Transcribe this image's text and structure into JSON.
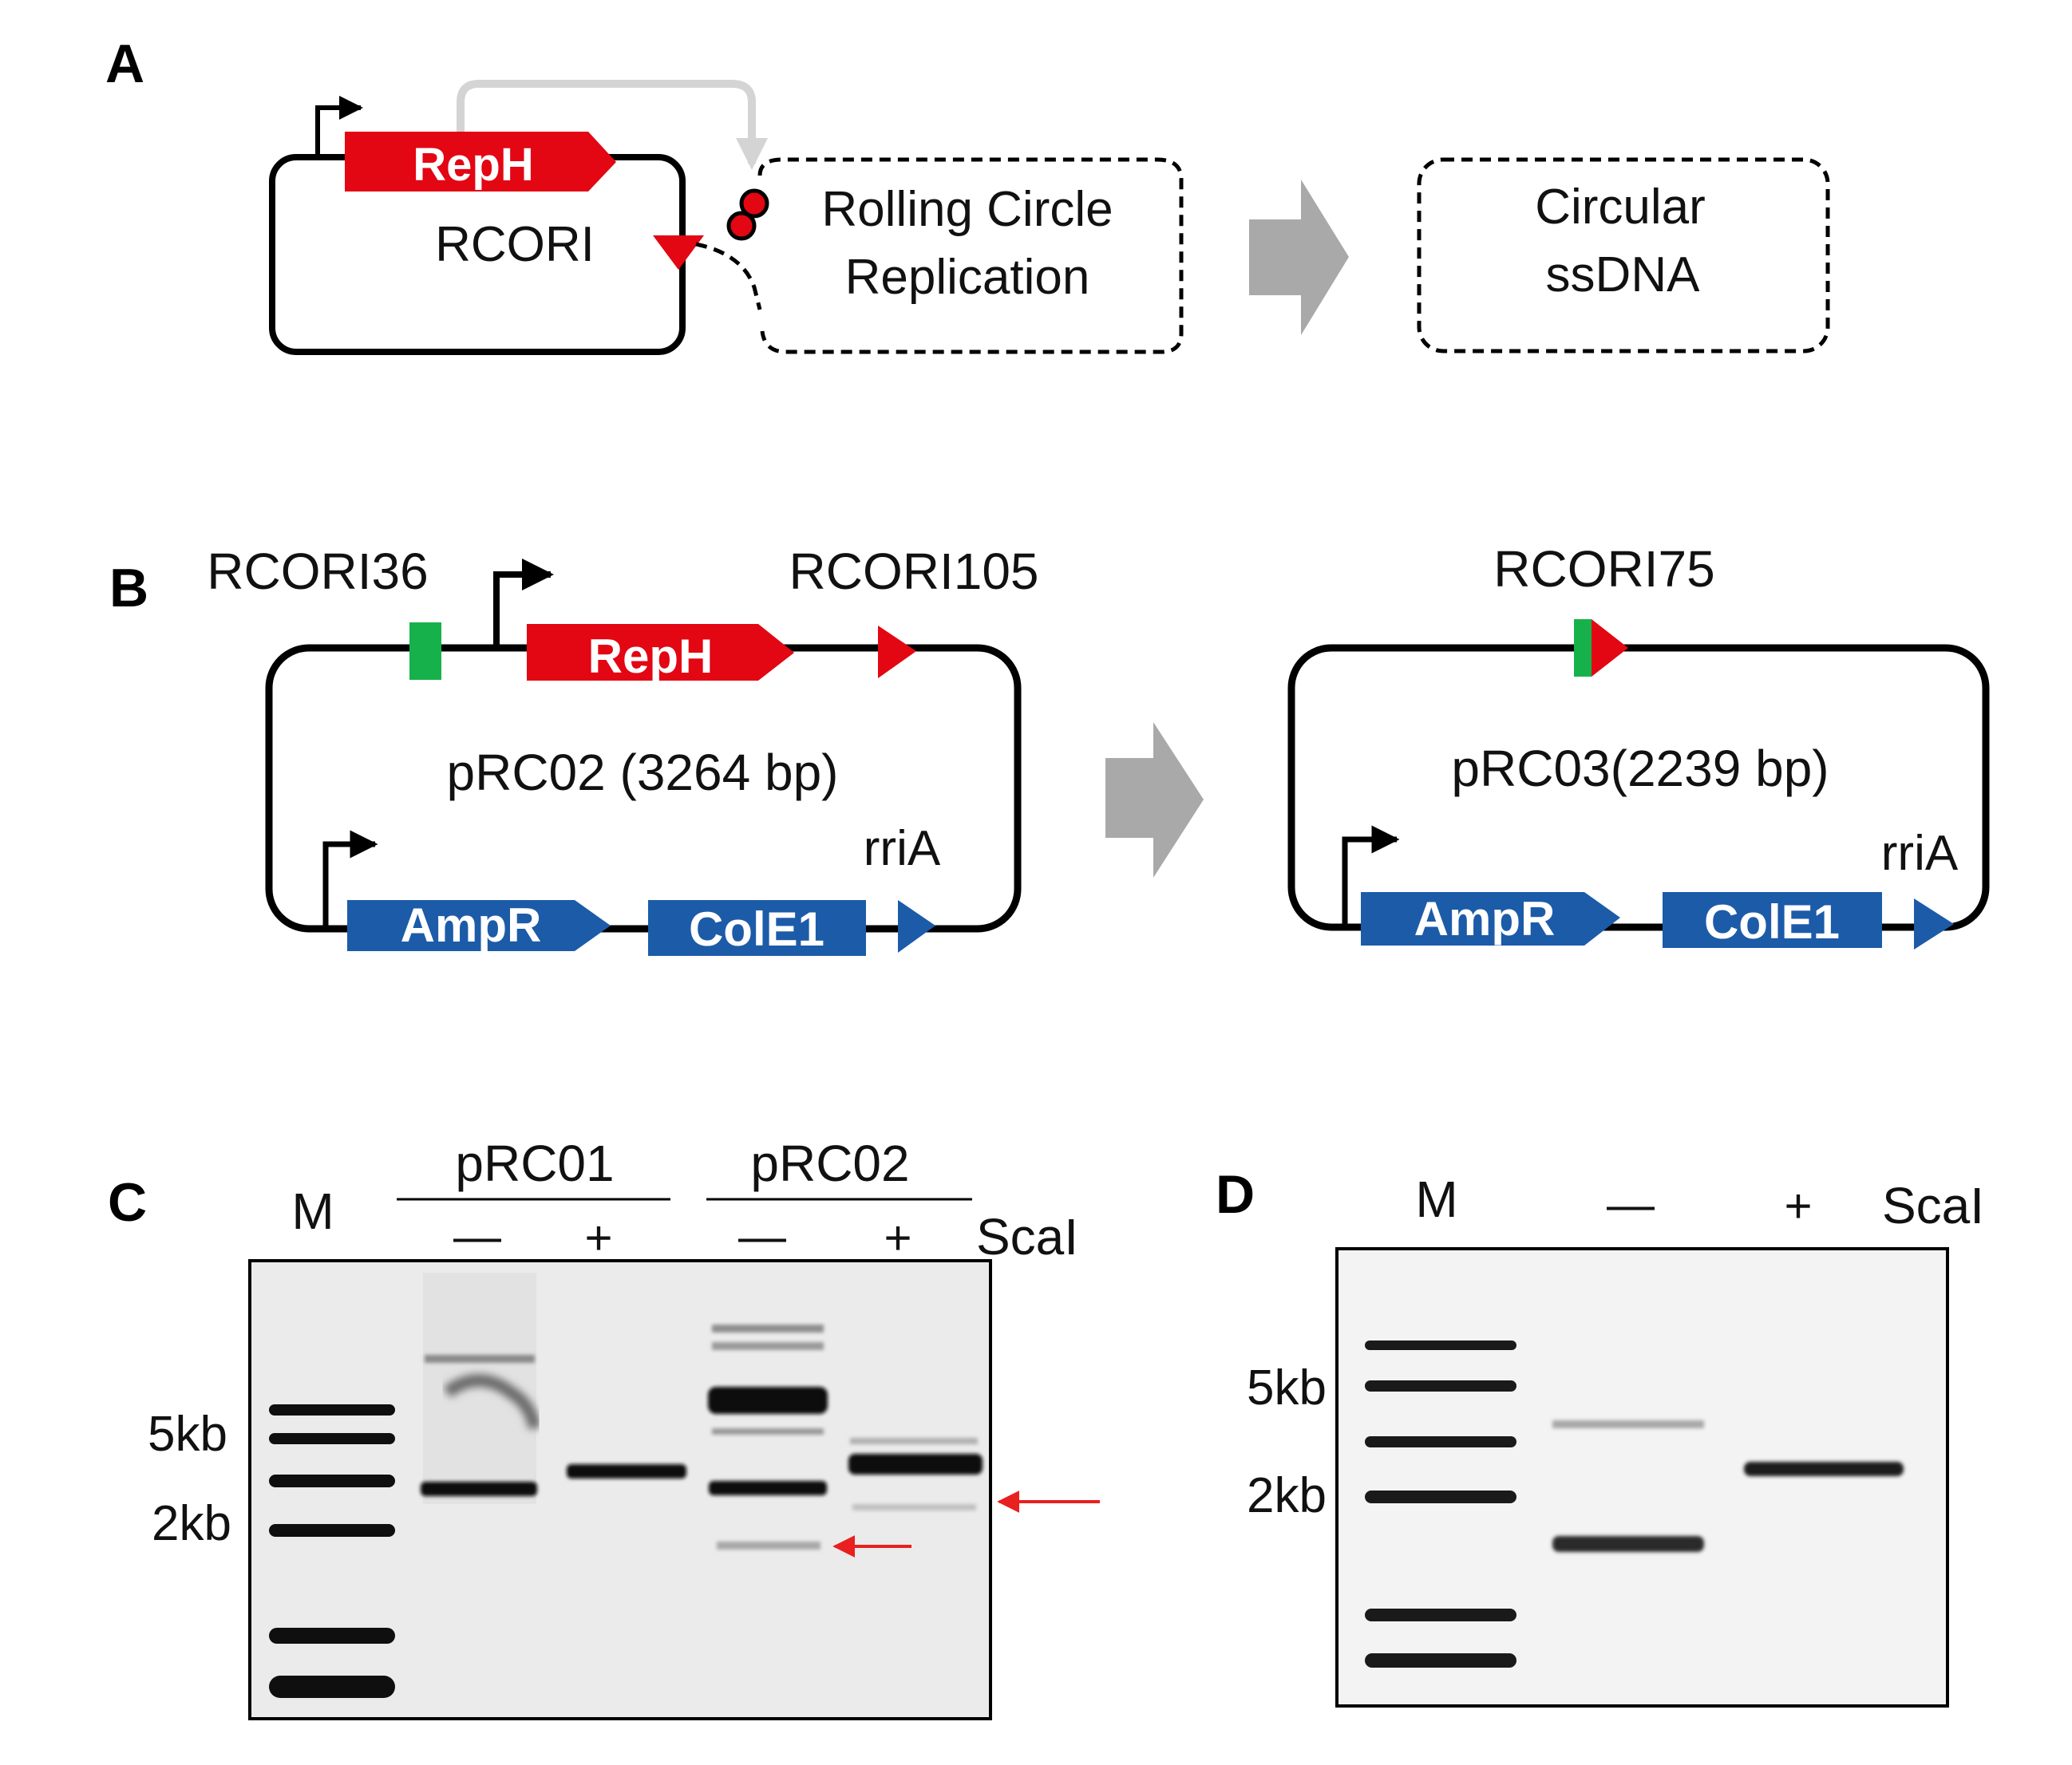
{
  "panels": {
    "a": "A",
    "b": "B",
    "c": "C",
    "d": "D"
  },
  "panel_a": {
    "gene": "RepH",
    "plasmid": "RCORI",
    "process_line1": "Rolling Circle",
    "process_line2": "Replication",
    "product_line1": "Circular",
    "product_line2": "ssDNA"
  },
  "panel_b": {
    "left": {
      "site1": "RCORI36",
      "site2": "RCORI105",
      "gene_top": "RepH",
      "name": "pRC02 (3264 bp)",
      "terminator": "rriA",
      "gene1": "AmpR",
      "gene2": "ColE1"
    },
    "right": {
      "site": "RCORI75",
      "name": "pRC03(2239 bp)",
      "terminator": "rriA",
      "gene1": "AmpR",
      "gene2": "ColE1"
    }
  },
  "panel_c": {
    "marker": "M",
    "group1": "pRC01",
    "group2": "pRC02",
    "minus1": "—",
    "plus1": "+",
    "minus2": "—",
    "plus2": "+",
    "enzyme": "ScaI",
    "size_high": "5kb",
    "size_low": "2kb"
  },
  "panel_d": {
    "marker": "M",
    "minus": "—",
    "plus": "+",
    "enzyme": "ScaI",
    "size_high": "5kb",
    "size_low": "2kb"
  },
  "colors": {
    "red": "#e30613",
    "blue": "#1c5ba8",
    "green": "#17b14b",
    "gray_arrow": "#a9a9a9",
    "feedback_arrow": "#d4d4d4",
    "gel_bg": "#ebebeb",
    "band": "#0f0f0f",
    "annotation_arrow": "#e82020"
  }
}
